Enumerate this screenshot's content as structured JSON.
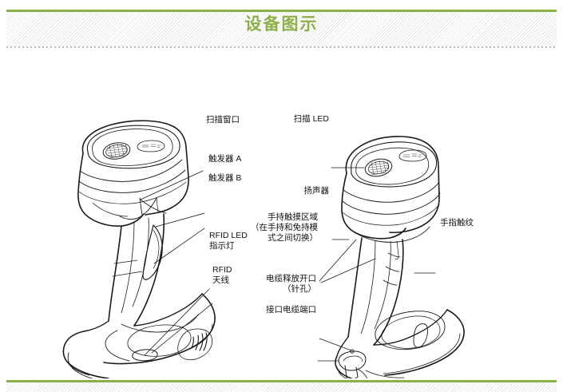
{
  "header": {
    "title": "设备图示",
    "accent_color": "#8cb04a",
    "rule_color": "#8ab04a"
  },
  "figure": {
    "type": "line-art-technical-illustration",
    "description": "两幅条码扫描器及充电底座的线条图示",
    "views": [
      {
        "name": "front-view-scanner-with-cradle",
        "side": "left"
      },
      {
        "name": "rear-view-scanner-with-cradle",
        "side": "right"
      }
    ]
  },
  "callouts": {
    "left": [
      {
        "id": "scan-window",
        "lines": [
          "扫描窗口"
        ]
      },
      {
        "id": "trigger-a",
        "lines": [
          "触发器 A"
        ]
      },
      {
        "id": "trigger-b",
        "lines": [
          "触发器 B"
        ]
      },
      {
        "id": "rfid-led",
        "lines": [
          "RFID LED",
          "指示灯"
        ]
      },
      {
        "id": "rfid-antenna",
        "lines": [
          "RFID",
          "天线"
        ]
      }
    ],
    "right": [
      {
        "id": "scan-led",
        "lines": [
          "扫描 LED"
        ]
      },
      {
        "id": "speaker",
        "lines": [
          "扬声器"
        ]
      },
      {
        "id": "handheld-touch-area",
        "lines": [
          "手持触摸区域",
          "（在手持和免持模",
          "式之间切换）"
        ]
      },
      {
        "id": "finger-texture",
        "lines": [
          "手指触纹"
        ]
      },
      {
        "id": "cable-release",
        "lines": [
          "电缆释放开口",
          "（针孔）"
        ]
      },
      {
        "id": "interface-cable-port",
        "lines": [
          "接口电缆端口"
        ]
      }
    ]
  }
}
